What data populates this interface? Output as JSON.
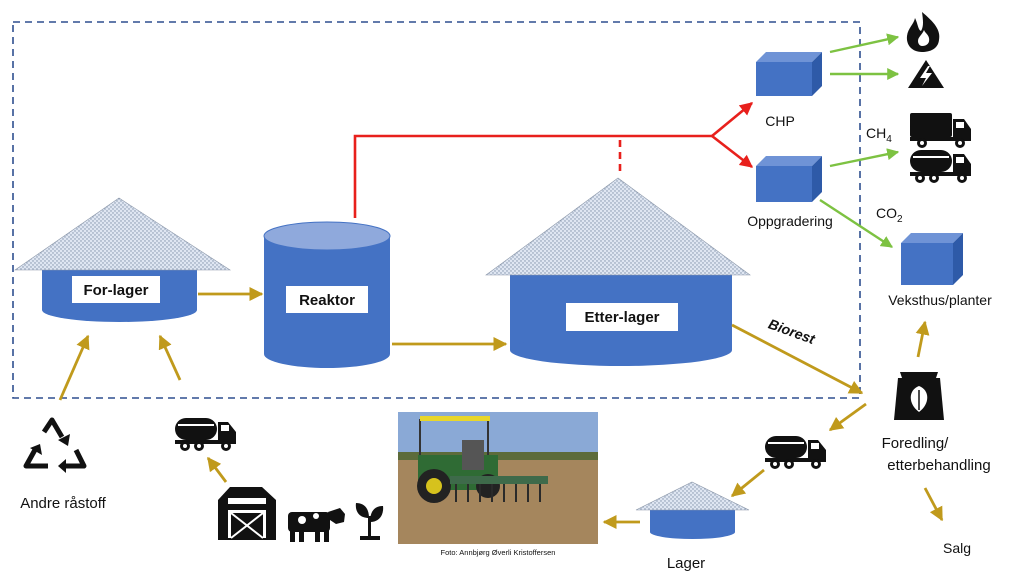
{
  "diagram": {
    "tanks": {
      "for_lager": "For-lager",
      "reaktor": "Reaktor",
      "etter_lager": "Etter-lager"
    },
    "units": {
      "chp": "CHP",
      "oppgradering": "Oppgradering",
      "veksthus": "Veksthus/planter"
    },
    "gases": {
      "ch4_base": "CH",
      "ch4_sub": "4",
      "co2_base": "CO",
      "co2_sub": "2"
    },
    "flows": {
      "biorest": "Biorest"
    },
    "outside": {
      "andre_rastoff": "Andre råstoff",
      "foredling_line1": "Foredling/",
      "foredling_line2": "etterbehandling",
      "salg": "Salg",
      "lager": "Lager"
    },
    "photo_credit": "Foto: Annbjørg Øverli Kristoffersen",
    "colors": {
      "tank_blue": "#4472c4",
      "process_line_red": "#e8201c",
      "flow_arrow_gold": "#c09a1c",
      "energy_arrow_green": "#7dc242",
      "boundary_dash": "#2f4f8f"
    }
  }
}
